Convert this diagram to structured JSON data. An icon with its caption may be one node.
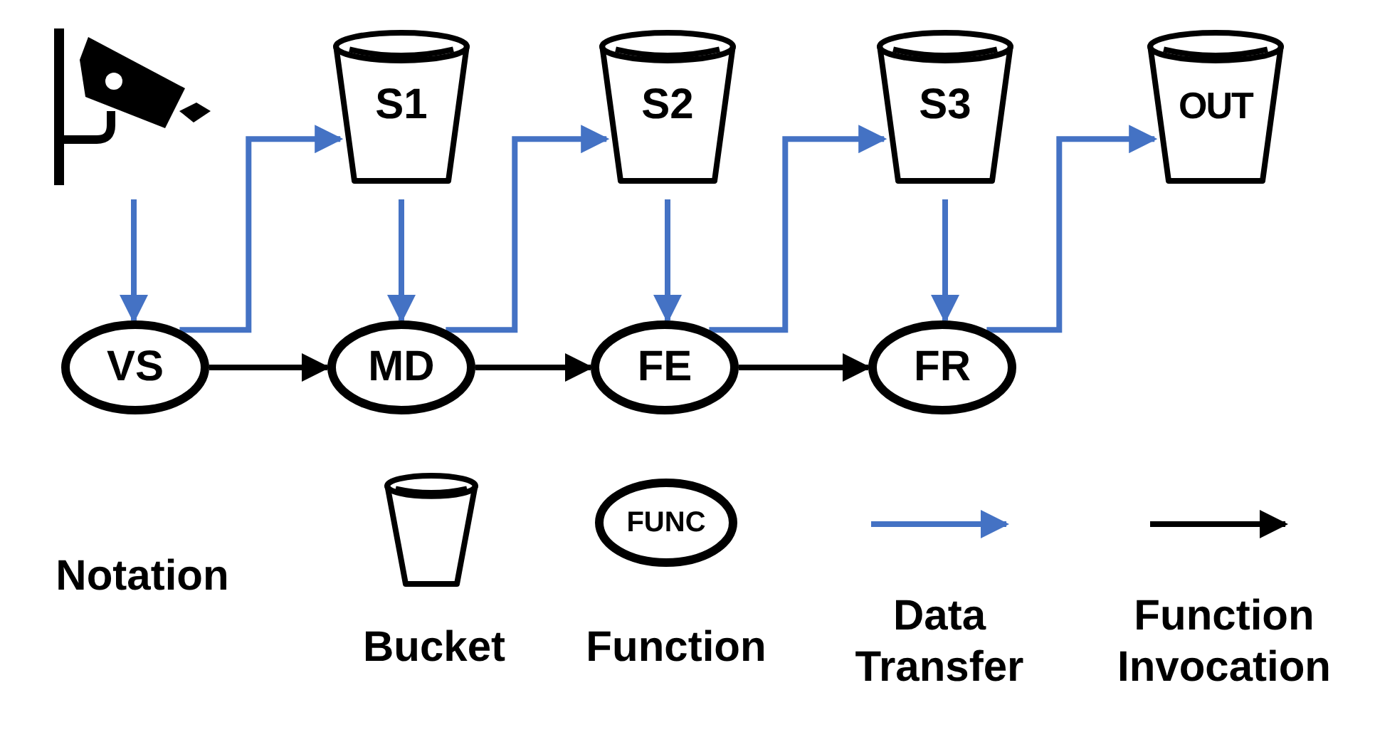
{
  "diagram": {
    "nodes": [
      {
        "text": [],
        "shape": "picture"
      },
      {
        "text": [
          "VS"
        ]
      },
      {
        "text": [
          "S1"
        ]
      },
      {
        "text": [
          "MD"
        ]
      },
      {
        "text": [
          "S2"
        ]
      },
      {
        "text": [
          "FE"
        ]
      },
      {
        "text": [
          "S3"
        ]
      },
      {
        "text": [
          "FR"
        ]
      },
      {
        "text": [
          "OUT"
        ]
      },
      {
        "text": [
          "FUNC"
        ]
      }
    ],
    "edges": [
      {
        "from": 0,
        "to": 1,
        "arrow": "to"
      },
      {
        "from": 1,
        "to": 2,
        "arrow": "to"
      },
      {
        "from": 2,
        "to": 3,
        "arrow": "to"
      },
      {
        "from": 1,
        "to": 3,
        "arrow": "to",
        "color": "#000000"
      },
      {
        "from": 3,
        "to": 4,
        "arrow": "to"
      },
      {
        "from": 4,
        "to": 5,
        "arrow": "to"
      },
      {
        "from": 3,
        "to": 5,
        "arrow": "to",
        "color": "#000000"
      },
      {
        "from": 5,
        "to": 6,
        "arrow": "to"
      },
      {
        "from": 6,
        "to": 7,
        "arrow": "to"
      },
      {
        "from": 5,
        "to": 7,
        "arrow": "to",
        "color": "#000000"
      },
      {
        "from": 7,
        "to": 8,
        "arrow": "to"
      }
    ],
    "labels": [
      "Notation"
    ],
    "legend": [
      {
        "text": "Bucket"
      },
      {
        "text": "Function"
      },
      {
        "text": "Data Transfer"
      },
      {
        "text": "Function Invocation"
      }
    ]
  }
}
